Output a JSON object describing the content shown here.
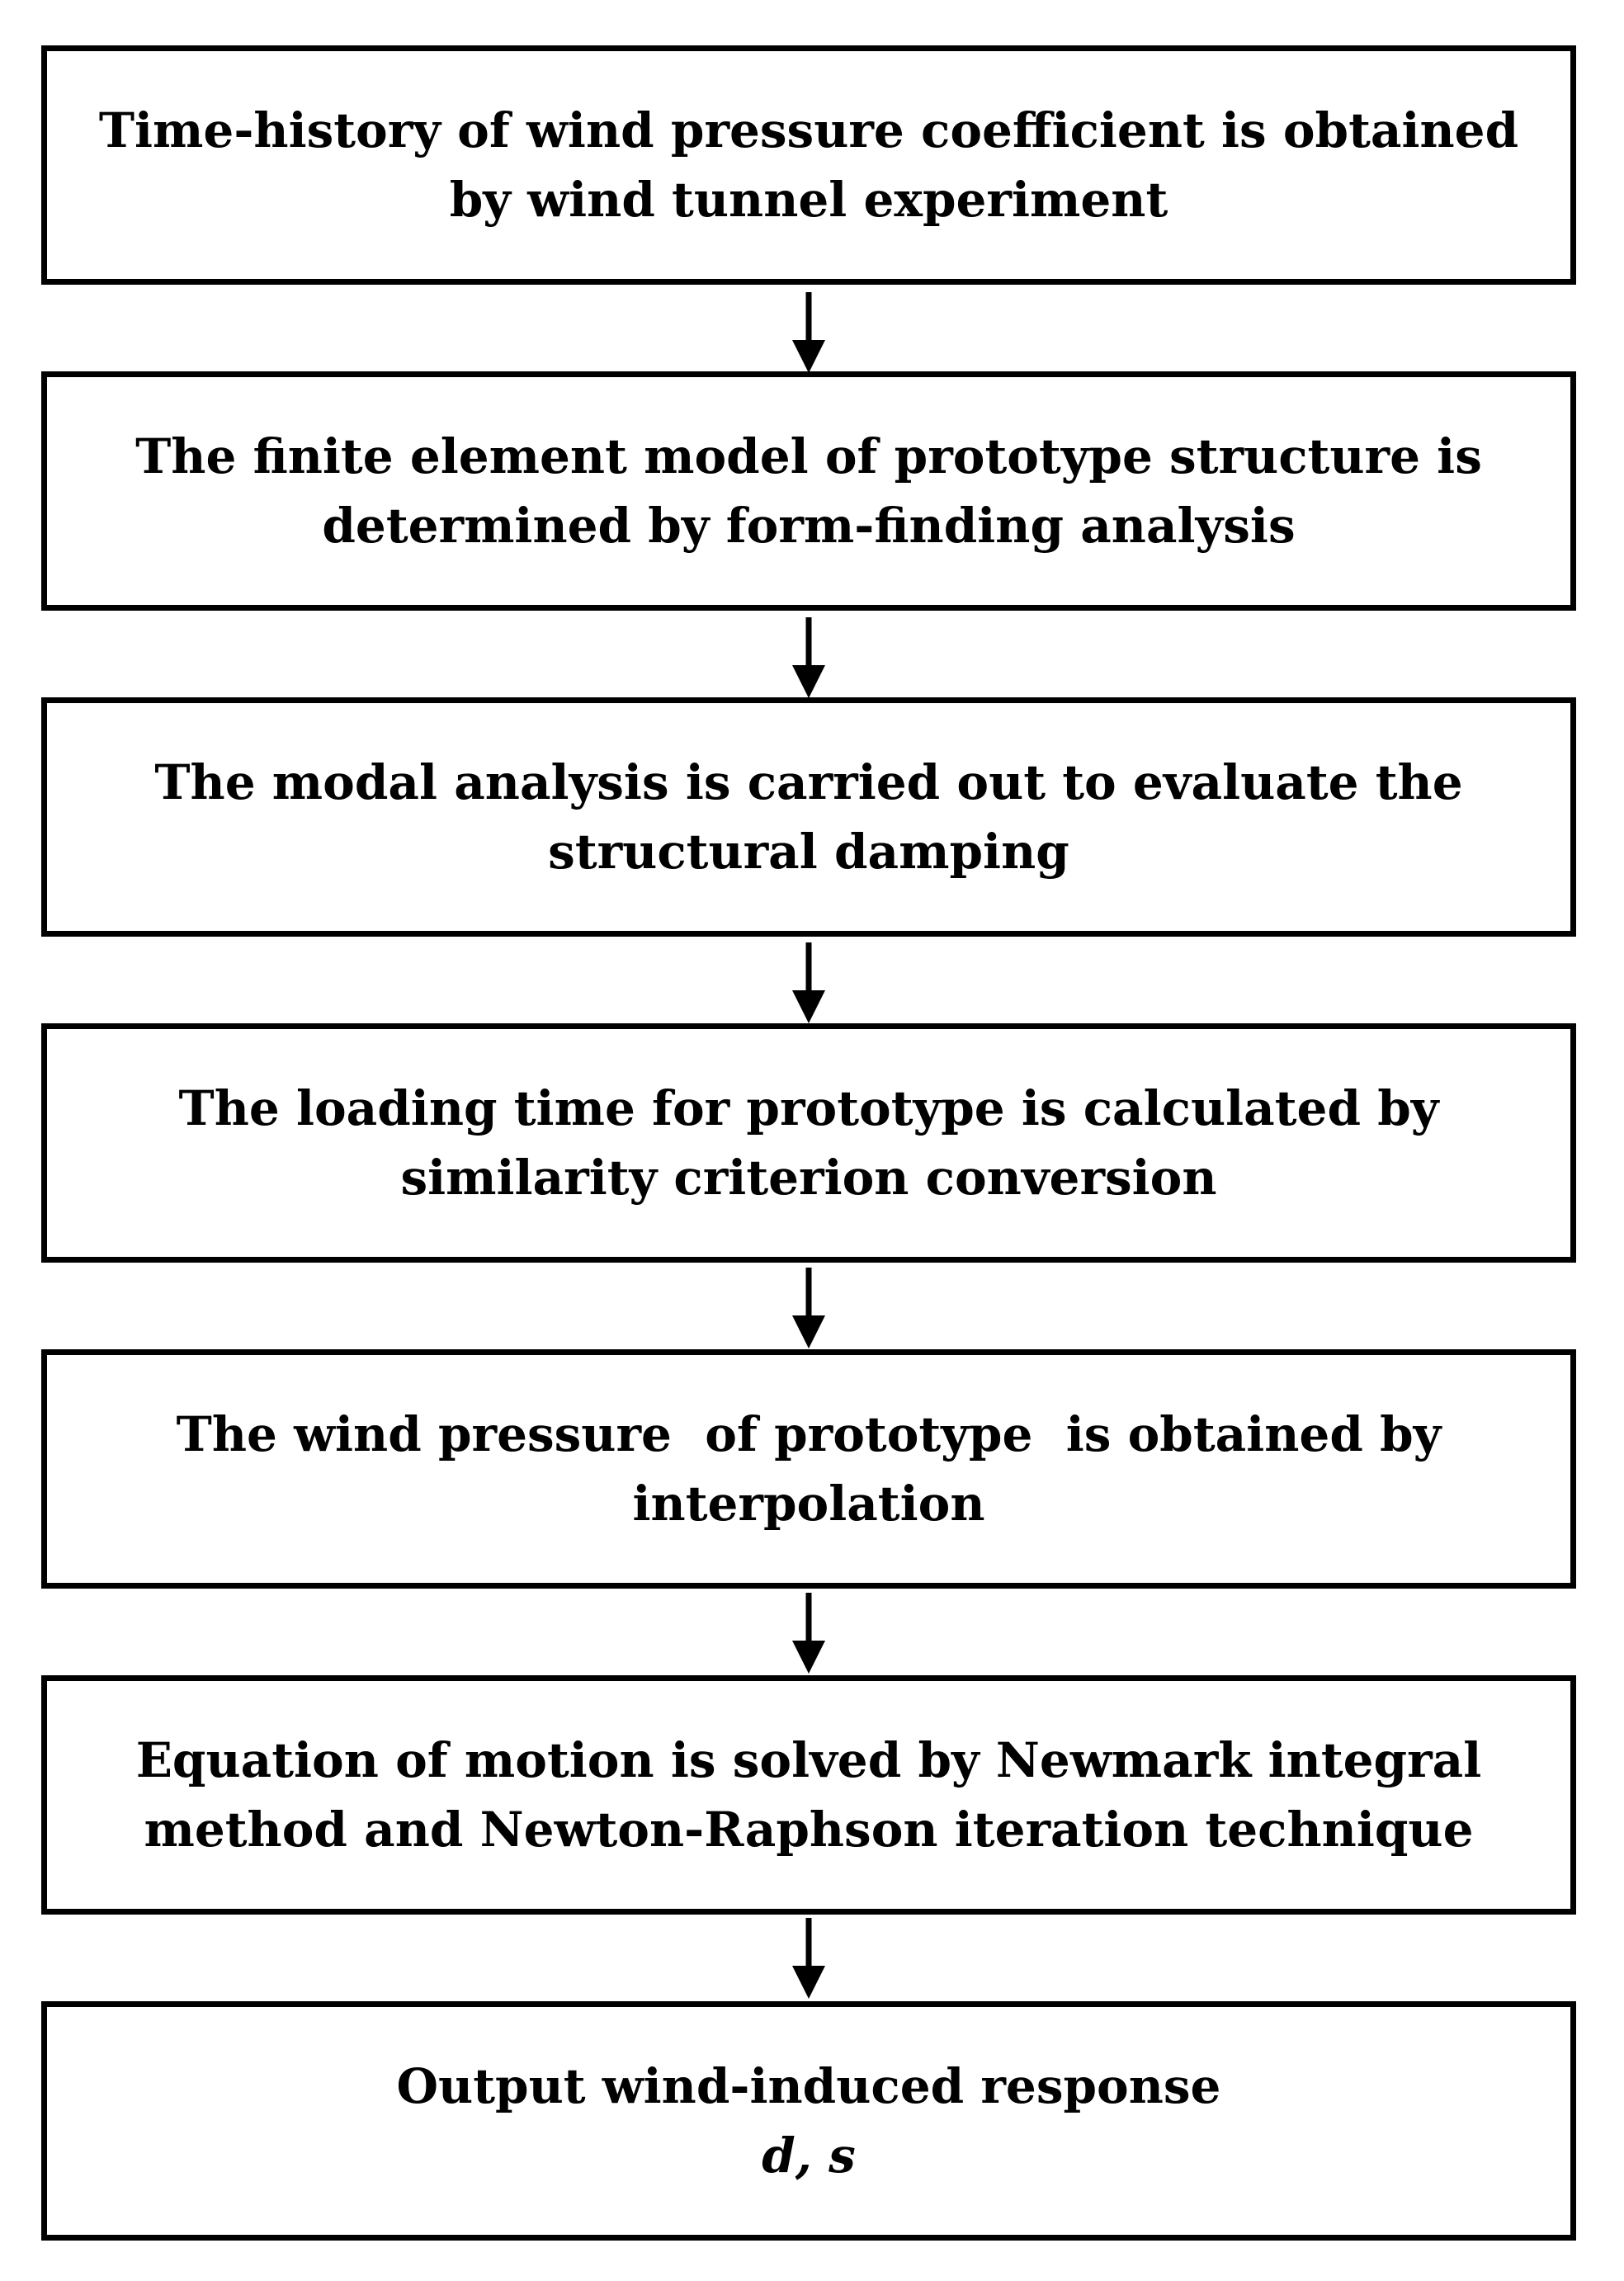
{
  "flowchart": {
    "steps": [
      {
        "line1": "Time-history of wind pressure coefficient is obtained",
        "line2": "by wind tunnel experiment"
      },
      {
        "line1": "The finite element model of prototype structure is",
        "line2": "determined by form-finding analysis"
      },
      {
        "line1": "The modal analysis is carried out to evaluate the",
        "line2": "structural damping"
      },
      {
        "line1": "The loading time for prototype is calculated by",
        "line2": "similarity criterion conversion"
      },
      {
        "line1": "The wind pressure  of prototype  is obtained by",
        "line2": "interpolation"
      },
      {
        "line1": "Equation of motion is solved by Newmark integral",
        "line2": "method and Newton-Raphson iteration technique"
      },
      {
        "line1": "Output wind-induced response",
        "line2": "d, s"
      }
    ],
    "colors": {
      "stroke": "#000000",
      "background": "#ffffff"
    }
  }
}
